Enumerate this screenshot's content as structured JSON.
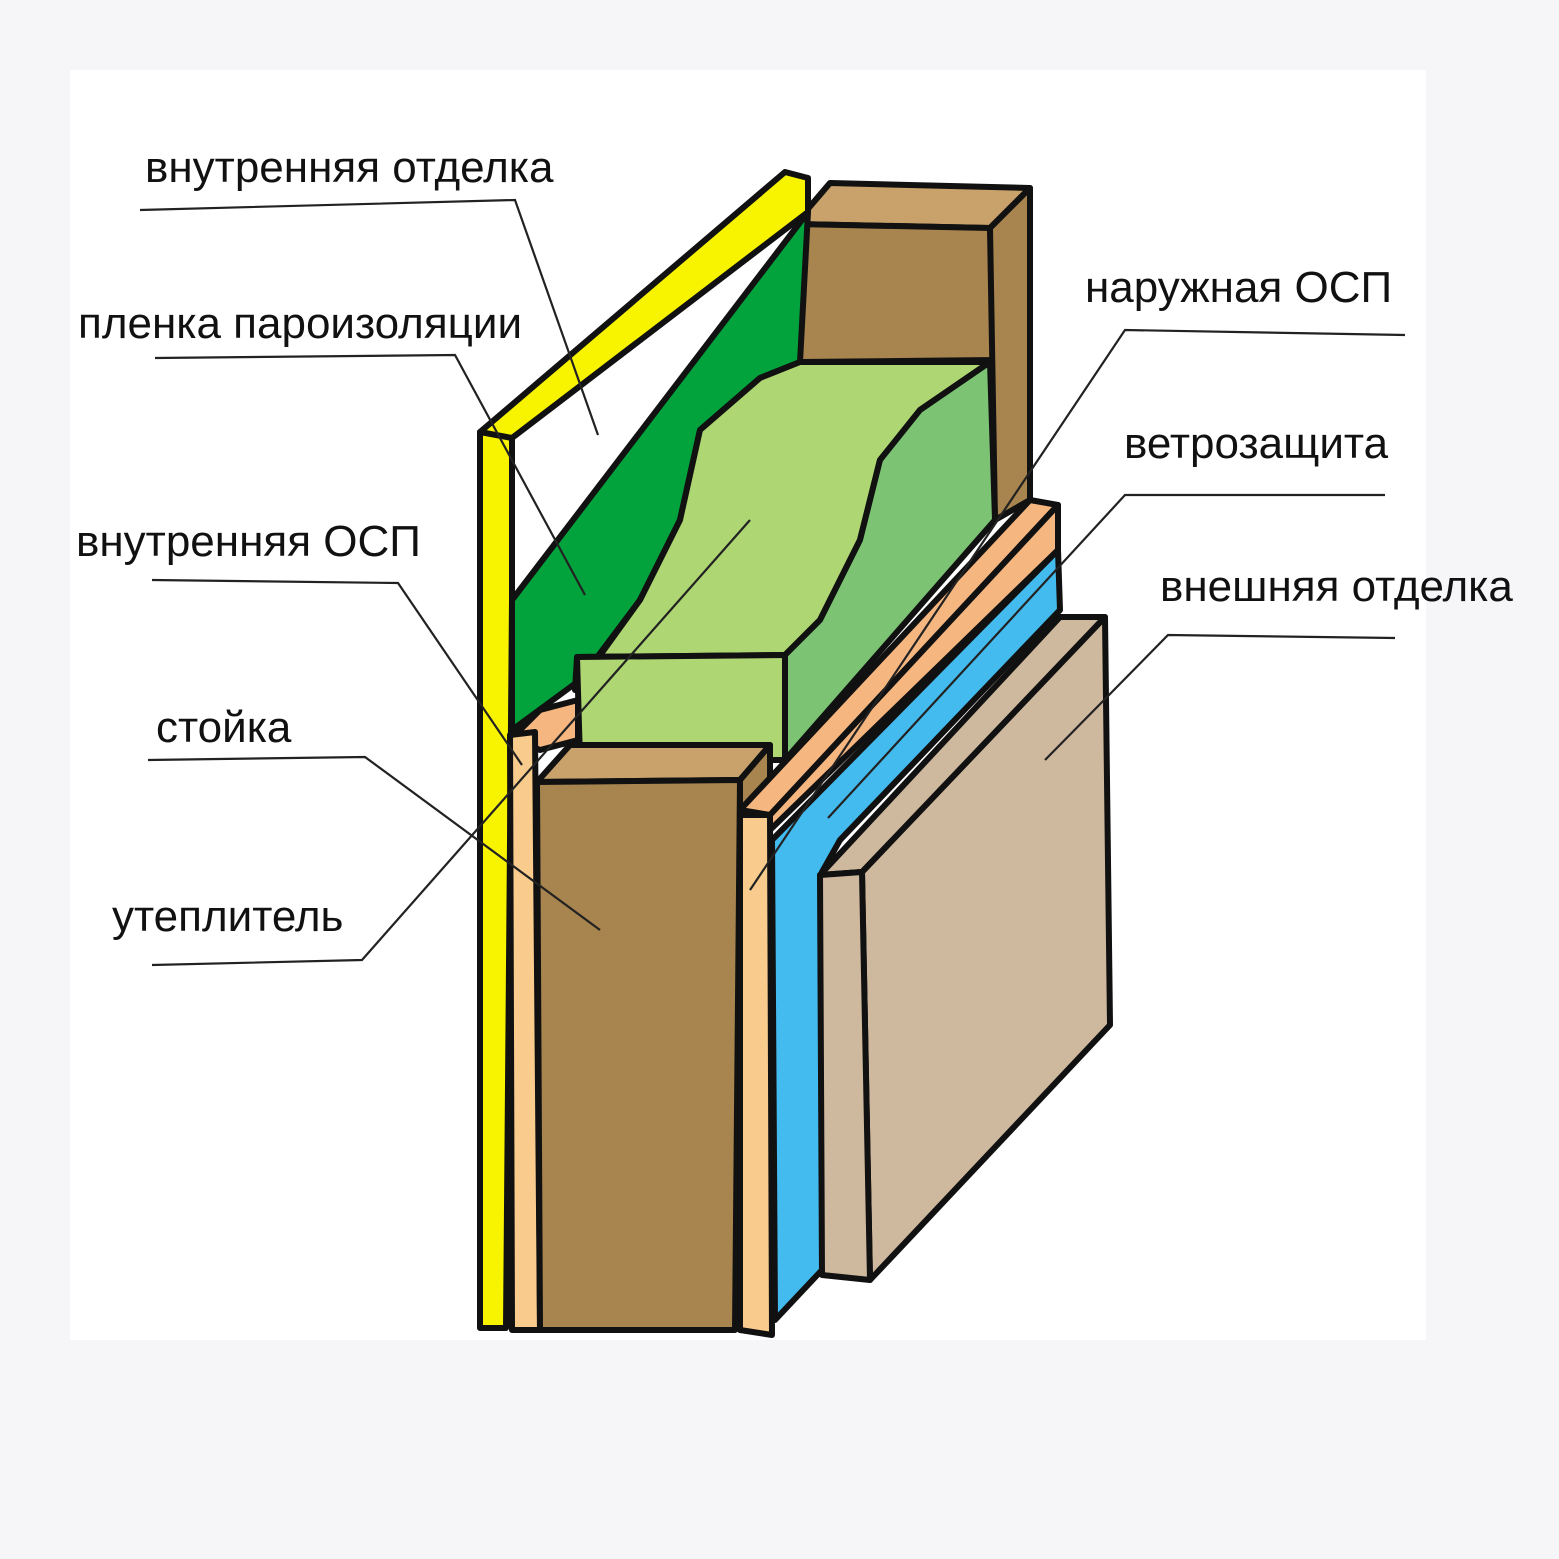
{
  "labels": {
    "inner_finish": "внутренняя отделка",
    "vapor_film": "пленка пароизоляции",
    "inner_osb": "внутренняя ОСП",
    "stud": "стойка",
    "insulation": "утеплитель",
    "outer_osb": "наружная ОСП",
    "wind_barrier": "ветрозащита",
    "outer_finish": "внешняя отделка"
  },
  "colors": {
    "inner_finish": "#f8f400",
    "vapor_film": "#02a23c",
    "insulation_front": "#aed673",
    "insulation_side": "#7cc474",
    "stud_front": "#a8844f",
    "stud_top": "#c9a26b",
    "osb": "#f9cc8e",
    "osb_edge": "#f6b680",
    "wind_barrier": "#44bbef",
    "outer_finish_face": "#cfb99e",
    "outline": "#111111"
  }
}
